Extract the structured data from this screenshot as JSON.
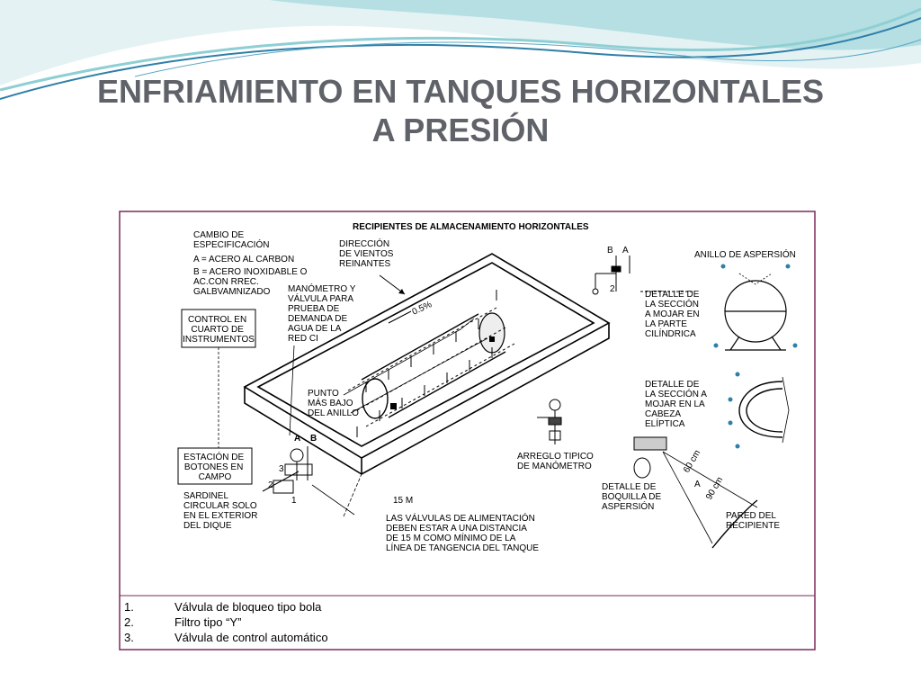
{
  "title": {
    "line1": "ENFRIAMIENTO EN TANQUES HORIZONTALES",
    "line2": "A PRESIÓN"
  },
  "diagram": {
    "heading": "RECIPIENTES DE ALMACENAMIENTO HORIZONTALES",
    "spec_change": {
      "lines": [
        "CAMBIO DE",
        "ESPECIFICACIÓN",
        "A = ACERO AL CARBON",
        "B = ACERO INOXIDABLE O",
        "AC.CON RREC.",
        "GALBVAMNIZADO"
      ]
    },
    "wind_direction": [
      "DIRECCIÓN",
      "DE VIENTOS",
      "REINANTES"
    ],
    "manometer_valve": [
      "MANÓMETRO Y",
      "VÁLVULA PARA",
      "PRUEBA DE",
      "DEMANDA DE",
      "AGUA DE LA",
      "RED CI"
    ],
    "control_room": [
      "CONTROL EN",
      "CUARTO DE",
      "INSTRUMENTOS"
    ],
    "slope": "0.5%",
    "lowest_point": [
      "PUNTO",
      "MÁS BAJO",
      "DEL ANILLO"
    ],
    "button_station": [
      "ESTACIÓN DE",
      "BOTONES EN",
      "CAMPO"
    ],
    "sardinel": [
      "SARDINEL",
      "CIRCULAR SOLO",
      "EN EL EXTERIOR",
      "DEL DIQUE"
    ],
    "distance_15m": "15 M",
    "feed_valves_note": [
      "LAS VÁLVULAS DE ALIMENTACIÓN",
      "DEBEN ESTAR A UNA DISTANCIA",
      "DE 15 M COMO MÍNIMO DE LA",
      "LÍNEA DE TANGENCIA DEL TANQUE"
    ],
    "manometer_arrangement": [
      "ARREGLO TIPICO",
      "DE MANÓMETRO"
    ],
    "sprinkler_ring": "ANILLO DE ASPERSIÓN",
    "cylindrical_detail": [
      "DETALLE DE",
      "LA SECCIÓN",
      "A MOJAR EN",
      "LA PARTE",
      "CILÍNDRICA"
    ],
    "elliptic_detail": [
      "DETALLE DE",
      "LA SECCIÓN A",
      "MOJAR EN LA",
      "CABEZA",
      "ELÍPTICA"
    ],
    "nozzle_detail": [
      "DETALLE DE",
      "BOQUILLA DE",
      "ASPERSIÓN"
    ],
    "vessel_wall": [
      "PARED DEL",
      "RECIPIENTE"
    ],
    "dim_60": "60 cm",
    "dim_a": "A",
    "dim_90": "90 cm",
    "letter_a": "A",
    "letter_b": "B",
    "num_1": "1",
    "num_2": "2",
    "num_3": "3",
    "legend": [
      {
        "num": "1.",
        "text": "Válvula de bloqueo tipo bola"
      },
      {
        "num": "2.",
        "text": "Filtro tipo “Y”"
      },
      {
        "num": "3.",
        "text": "Válvula de control automático"
      }
    ]
  },
  "colors": {
    "title": "#5f6268",
    "frame": "#7a2a5a",
    "wave_teal": "#8fcfd4",
    "wave_blue": "#2f7fa8"
  }
}
